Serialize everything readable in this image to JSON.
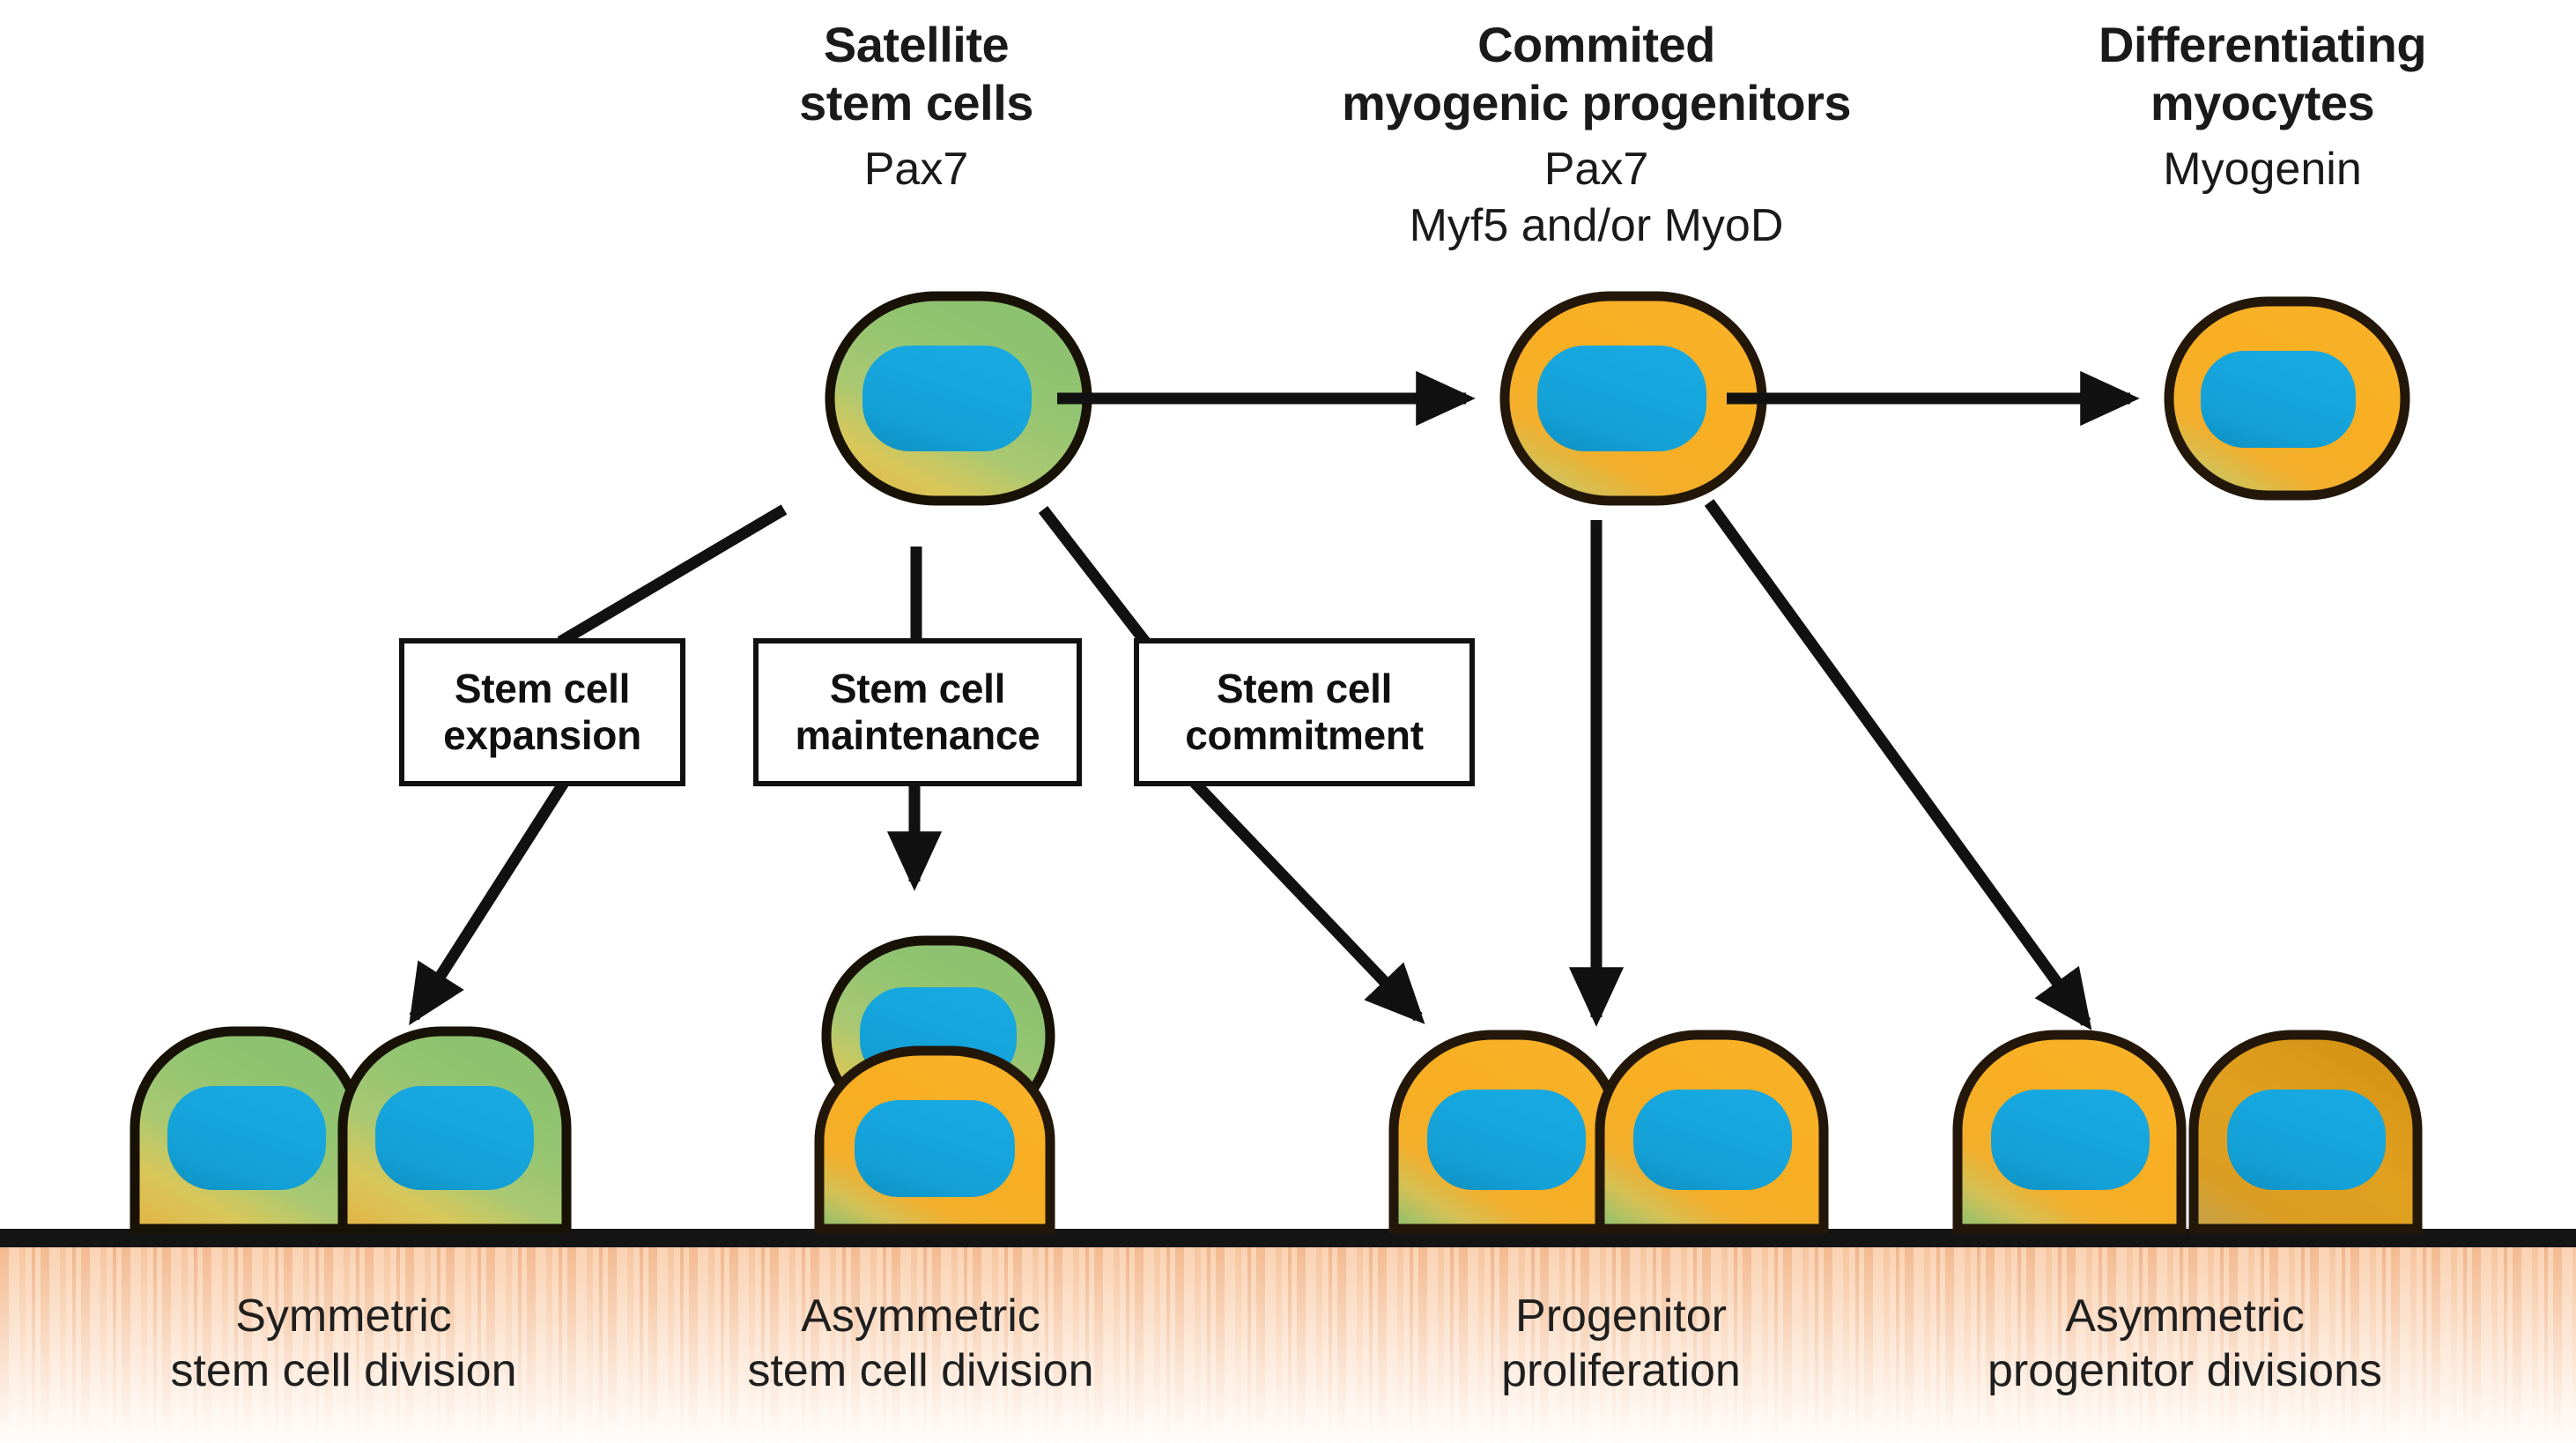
{
  "figure": {
    "kind": "biology-schematic",
    "subject": "Satellite stem cell to myocyte lineage progression"
  },
  "columns": [
    {
      "id": "satellite-stem-cells",
      "title_line1": "Satellite",
      "title_line2": "stem cells",
      "markers_line1": "Pax7",
      "markers_line2": ""
    },
    {
      "id": "committed-myogenic-progenitors",
      "title_line1": "Commited",
      "title_line2": "myogenic progenitors",
      "markers_line1": "Pax7",
      "markers_line2": "Myf5 and/or MyoD"
    },
    {
      "id": "differentiating-myocytes",
      "title_line1": "Differentiating",
      "title_line2": "myocytes",
      "markers_line1": "Myogenin",
      "markers_line2": ""
    }
  ],
  "process_boxes": [
    {
      "id": "stem-cell-expansion",
      "line1": "Stem cell",
      "line2": "expansion"
    },
    {
      "id": "stem-cell-maintenance",
      "line1": "Stem cell",
      "line2": "maintenance"
    },
    {
      "id": "stem-cell-commitment",
      "line1": "Stem cell",
      "line2": "commitment"
    }
  ],
  "outcomes": [
    {
      "id": "symmetric-stem-cell-division",
      "line1": "Symmetric",
      "line2": "stem cell division"
    },
    {
      "id": "asymmetric-stem-cell-division",
      "line1": "Asymmetric",
      "line2": "stem cell division"
    },
    {
      "id": "progenitor-proliferation",
      "line1": "Progenitor",
      "line2": "proliferation"
    },
    {
      "id": "asymmetric-progenitor-divisions",
      "line1": "Asymmetric",
      "line2": "progenitor divisions"
    }
  ],
  "cells": {
    "satellite_stem_cell": {
      "cytoplasm": "green",
      "nucleus": "blue"
    },
    "committed_progenitor": {
      "cytoplasm": "orange",
      "nucleus": "blue"
    },
    "differentiating_myocyte": {
      "cytoplasm": "orange",
      "nucleus": "blue"
    },
    "outcome_groups": [
      {
        "id": "symmetric-pair",
        "arrangement": "horizontal",
        "cells": [
          "green",
          "green"
        ]
      },
      {
        "id": "asymmetric-stack",
        "arrangement": "vertical",
        "cells": [
          "green",
          "orange"
        ]
      },
      {
        "id": "progenitor-pair",
        "arrangement": "horizontal",
        "cells": [
          "orange",
          "orange"
        ]
      },
      {
        "id": "asymmetric-progenitor-pair",
        "arrangement": "horizontal",
        "cells": [
          "orange",
          "dark-orange"
        ]
      }
    ]
  },
  "colors": {
    "nucleus_blue": "#16A6DE",
    "nucleus_blue_dark": "#0E8FC4",
    "cytoplasm_green": "#8FC473",
    "cytoplasm_green_edge": "#A8CC7E",
    "cytoplasm_orange": "#F5A623",
    "cytoplasm_orange_dark": "#D99212",
    "cytoplasm_yellow": "#E8D060",
    "cell_outline": "#141008",
    "basal_lamina": "#141414",
    "muscle_tissue": "#F8C9A5",
    "muscle_stripe": "#F2B58C",
    "arrow": "#111111",
    "text": "#1a1a1a"
  },
  "basal_lamina": {
    "label": "basal lamina line"
  },
  "muscle_background": {
    "label": "striated muscle tissue"
  }
}
